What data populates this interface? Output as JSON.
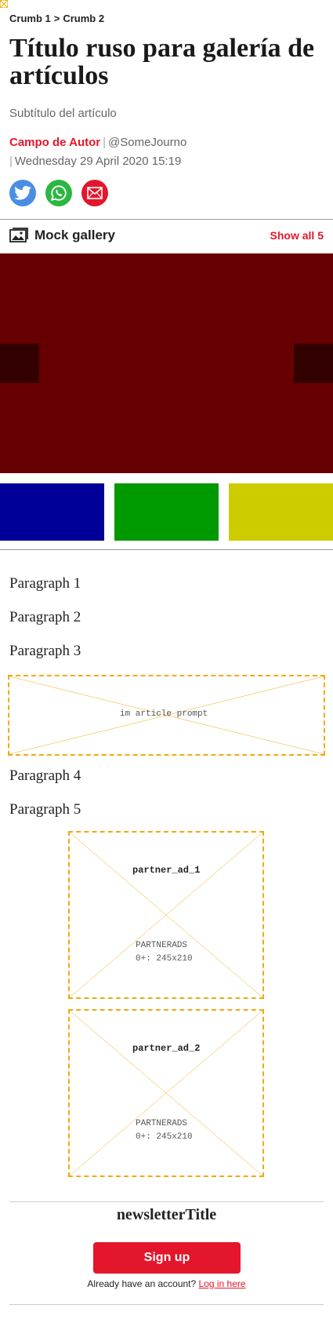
{
  "breadcrumb": {
    "items": [
      "Crumb 1",
      "Crumb 2"
    ],
    "separator": ">"
  },
  "article": {
    "title": "Título ruso para galería de artículos",
    "subtitle": "Subtítulo del artículo",
    "author": "Campo de Autor",
    "handle": "@SomeJourno",
    "date": "Wednesday 29 April 2020 15:19"
  },
  "share": {
    "icons": [
      "twitter-icon",
      "whatsapp-icon",
      "email-icon"
    ]
  },
  "gallery": {
    "title": "Mock gallery",
    "show_all": "Show all 5",
    "hero_color": "#660000",
    "thumb_colors": [
      "#000099",
      "#009900",
      "#cccc00"
    ]
  },
  "paragraphs": [
    "Paragraph 1",
    "Paragraph 2",
    "Paragraph 3",
    "Paragraph 4",
    "Paragraph 5"
  ],
  "placeholders": {
    "prompt": "im article prompt",
    "ad1": {
      "name": "partner_ad_1",
      "line1": "PARTNERADS",
      "line2": "0+: 245x210"
    },
    "ad2": {
      "name": "partner_ad_2",
      "line1": "PARTNERADS",
      "line2": "0+: 245x210"
    }
  },
  "newsletter": {
    "title": "newsletterTitle",
    "signup_label": "Sign up",
    "login_prompt": "Already have an account?",
    "login_link": "Log in here"
  },
  "colors": {
    "accent": "#e4162c",
    "placeholder_border": "#f0ab0e"
  }
}
